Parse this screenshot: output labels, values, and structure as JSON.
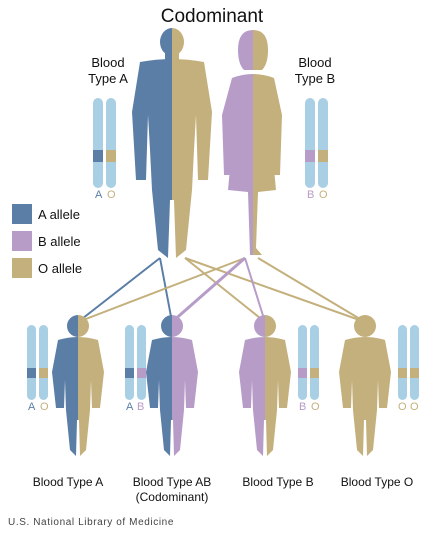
{
  "title": "Codominant",
  "colors": {
    "a_allele": "#5b7ea6",
    "b_allele": "#b79cc8",
    "o_allele": "#c4b07c",
    "chromosome": "#a9cfe4"
  },
  "parents": {
    "father": {
      "type_line1": "Blood",
      "type_line2": "Type A",
      "alleles": [
        "A",
        "O"
      ]
    },
    "mother": {
      "type_line1": "Blood",
      "type_line2": "Type B",
      "alleles": [
        "B",
        "O"
      ]
    }
  },
  "legend": [
    {
      "label": "A allele",
      "color": "#5b7ea6"
    },
    {
      "label": "B allele",
      "color": "#b79cc8"
    },
    {
      "label": "O allele",
      "color": "#c4b07c"
    }
  ],
  "children": [
    {
      "label": "Blood Type A",
      "sublabel": "",
      "alleles": [
        "A",
        "O"
      ]
    },
    {
      "label": "Blood Type AB",
      "sublabel": "(Codominant)",
      "alleles": [
        "A",
        "B"
      ]
    },
    {
      "label": "Blood Type B",
      "sublabel": "",
      "alleles": [
        "B",
        "O"
      ]
    },
    {
      "label": "Blood Type O",
      "sublabel": "",
      "alleles": [
        "O",
        "O"
      ]
    }
  ],
  "credit": "U.S. National Library of Medicine"
}
